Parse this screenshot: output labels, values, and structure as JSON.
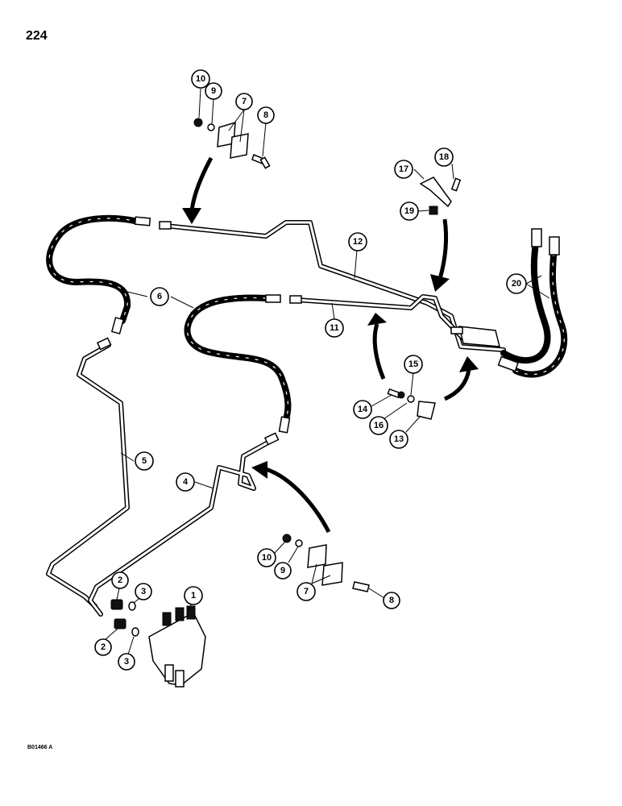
{
  "page": {
    "number": "224",
    "figure_code": "B01466 A"
  },
  "callouts": [
    {
      "label": "10"
    },
    {
      "label": "9"
    },
    {
      "label": "7"
    },
    {
      "label": "8"
    },
    {
      "label": "18"
    },
    {
      "label": "17"
    },
    {
      "label": "19"
    },
    {
      "label": "12"
    },
    {
      "label": "20"
    },
    {
      "label": "6"
    },
    {
      "label": "11"
    },
    {
      "label": "15"
    },
    {
      "label": "14"
    },
    {
      "label": "16"
    },
    {
      "label": "13"
    },
    {
      "label": "5"
    },
    {
      "label": "4"
    },
    {
      "label": "10"
    },
    {
      "label": "9"
    },
    {
      "label": "7"
    },
    {
      "label": "8"
    },
    {
      "label": "2"
    },
    {
      "label": "3"
    },
    {
      "label": "1"
    },
    {
      "label": "2"
    },
    {
      "label": "3"
    }
  ]
}
